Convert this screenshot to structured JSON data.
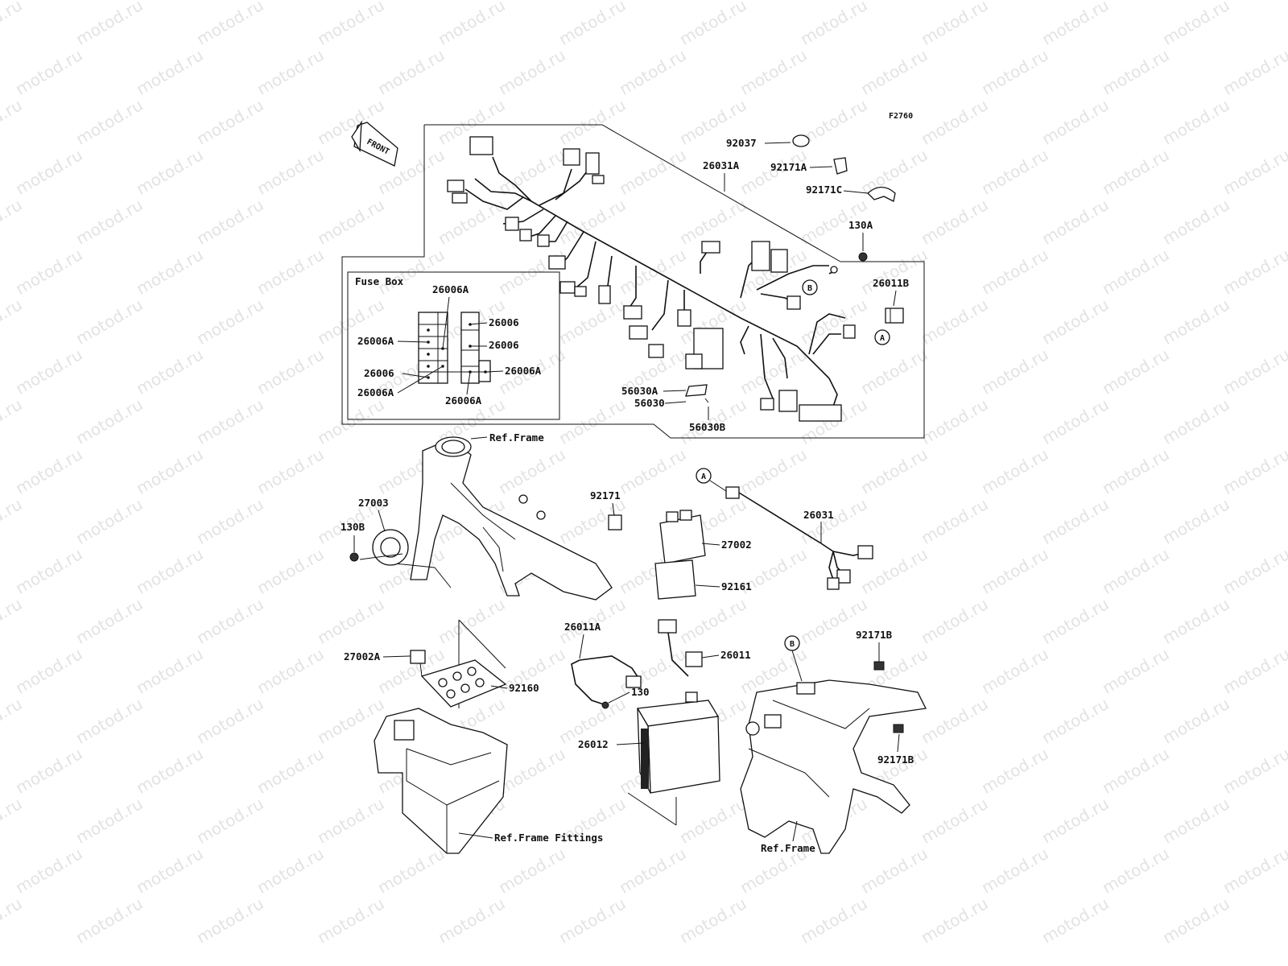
{
  "watermark": "motod.ru",
  "figure_code": "F2760",
  "front_label": "FRONT",
  "fuse_box": {
    "title": "Fuse Box",
    "labels": [
      "26006A",
      "26006",
      "26006A",
      "26006",
      "26006",
      "26006A",
      "26006A",
      "26006A"
    ]
  },
  "callouts": {
    "c92037": "92037",
    "c26031A": "26031A",
    "c92171A": "92171A",
    "c92171C": "92171C",
    "c130A": "130A",
    "c26011B": "26011B",
    "c56030A": "56030A",
    "c56030": "56030",
    "c56030B": "56030B",
    "refFrameTop": "Ref.Frame",
    "c27003": "27003",
    "c130B": "130B",
    "c92171": "92171",
    "c26031": "26031",
    "c27002": "27002",
    "c92161": "92161",
    "c27002A": "27002A",
    "c92160": "92160",
    "c26011A": "26011A",
    "c130": "130",
    "c26011": "26011",
    "c26012": "26012",
    "c92171B_1": "92171B",
    "c92171B_2": "92171B",
    "refFrameFittings": "Ref.Frame Fittings",
    "refFrameBottom": "Ref.Frame"
  },
  "connectors": {
    "a": "A",
    "b": "B"
  }
}
